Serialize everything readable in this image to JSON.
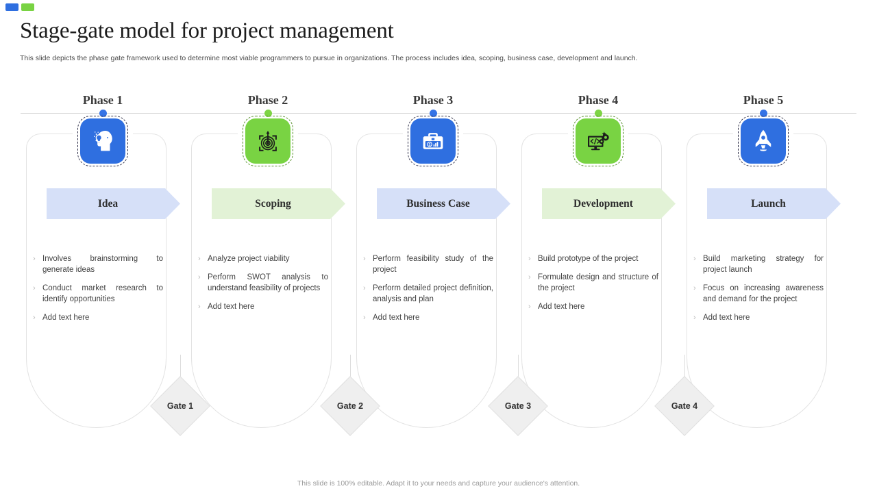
{
  "brand": {
    "chips": [
      {
        "name": "chip-blue",
        "color": "#2f6fe0"
      },
      {
        "name": "chip-green",
        "color": "#79d343"
      }
    ]
  },
  "header": {
    "title": "Stage-gate model for project management",
    "subtitle": "This slide depicts the phase gate framework used to determine most viable programmers to pursue in organizations. The process includes idea, scoping, business case, development and launch."
  },
  "colors": {
    "blue": "#2f6fe0",
    "blue_dot": "#3573e6",
    "green": "#79d343",
    "green_dot": "#7dd444",
    "banner_blue": "#d6e0f8",
    "banner_green": "#e2f2d6",
    "gate_fill": "#efefef",
    "rail": "#d8d8d8"
  },
  "phases": [
    {
      "label": "Phase 1",
      "title": "Idea",
      "theme": "blue",
      "icon": "head-lightbulb-icon",
      "bullets": [
        "Involves brainstorming to generate ideas",
        "Conduct market research to identify opportunities",
        "Add text here"
      ]
    },
    {
      "label": "Phase 2",
      "title": "Scoping",
      "theme": "green",
      "icon": "target-dart-icon",
      "bullets": [
        "Analyze project viability",
        "Perform SWOT analysis to understand feasibility of projects",
        "Add text here"
      ]
    },
    {
      "label": "Phase 3",
      "title": "Business Case",
      "theme": "blue",
      "icon": "briefcase-finance-icon",
      "bullets": [
        "Perform feasibility study of the project",
        "Perform detailed project definition, analysis and plan",
        "Add text here"
      ]
    },
    {
      "label": "Phase 4",
      "title": "Development",
      "theme": "green",
      "icon": "monitor-code-gears-icon",
      "bullets": [
        "Build prototype of the project",
        "Formulate design and structure of the project",
        "Add text here"
      ]
    },
    {
      "label": "Phase 5",
      "title": "Launch",
      "theme": "blue",
      "icon": "rocket-icon",
      "bullets": [
        "Build marketing strategy for project launch",
        "Focus on increasing awareness and demand for the project",
        "Add text here"
      ]
    }
  ],
  "gates": [
    {
      "label": "Gate 1"
    },
    {
      "label": "Gate 2"
    },
    {
      "label": "Gate 3"
    },
    {
      "label": "Gate 4"
    }
  ],
  "footer": {
    "note": "This slide is 100% editable. Adapt it to your needs and capture your audience's attention."
  }
}
